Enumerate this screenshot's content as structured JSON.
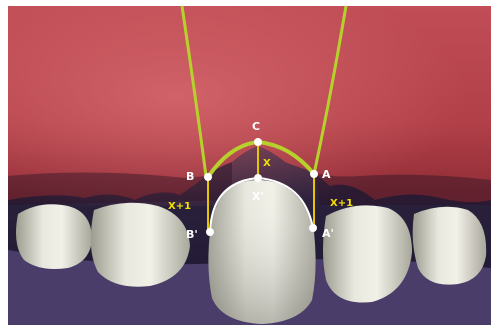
{
  "points": {
    "C": "C",
    "B": "B",
    "A": "A",
    "B_prime": "B'",
    "A_prime": "A'",
    "X_prime": "X'"
  },
  "measurements": {
    "x": "X",
    "x_plus_1_left": "X+1",
    "x_plus_1_right": "X+1"
  },
  "colors": {
    "gingival_line": "#b6d12c",
    "contact_line": "#ffffff",
    "vertical_ticks": "#e6c600",
    "label_yellow": "#f1e000",
    "gum": "#b3444c",
    "tooth": "#e8e7dc",
    "shadow": "#2a1f3a"
  }
}
